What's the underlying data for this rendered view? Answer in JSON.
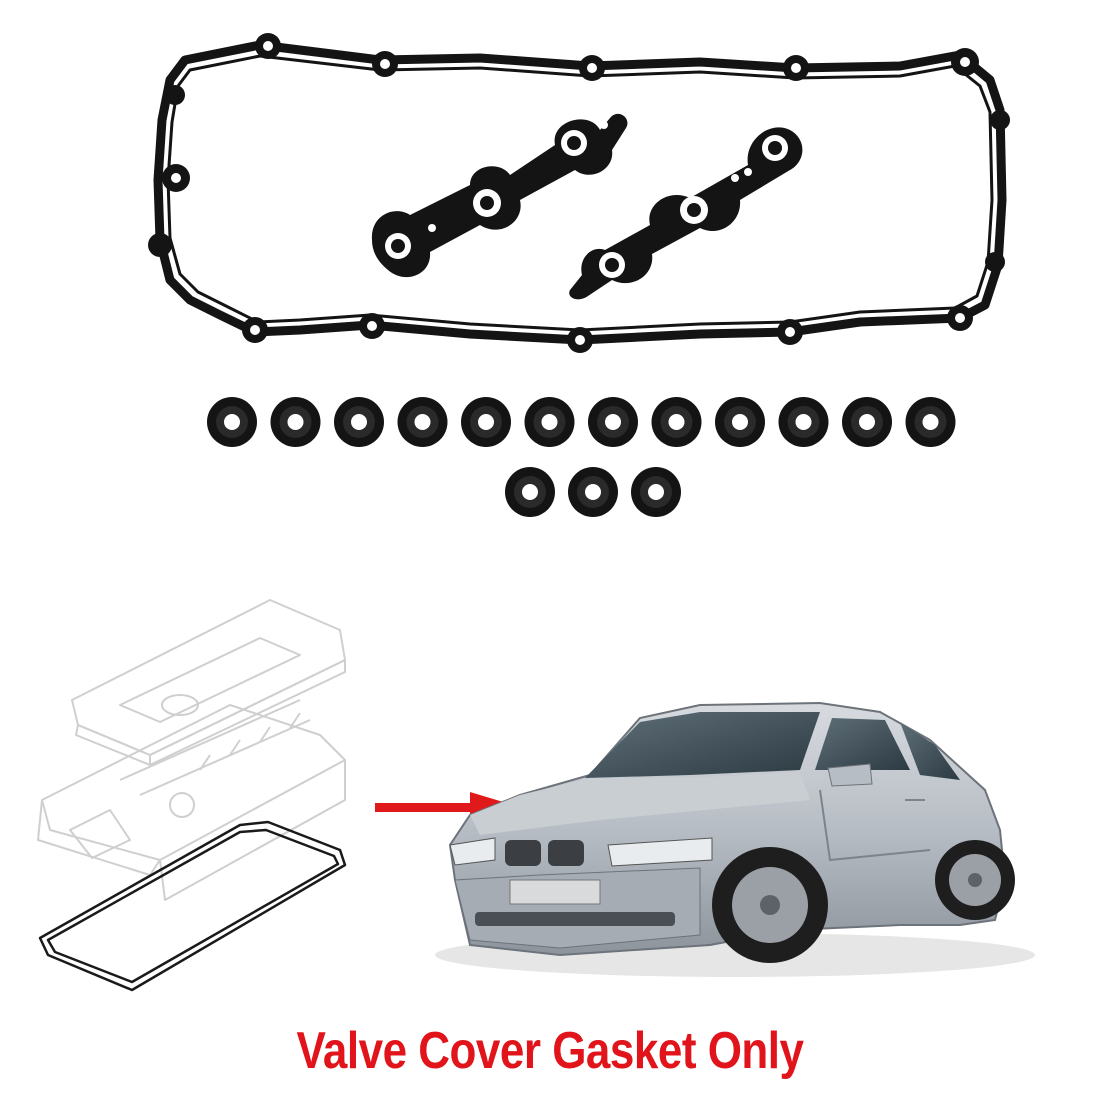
{
  "caption": {
    "text": "Valve Cover Gasket Only",
    "color": "#e0141a"
  },
  "product": {
    "seal_ring_count": 15,
    "arrow_color": "#e01a1a"
  },
  "icons": {
    "arrow": "red-arrow-pointing-right",
    "car": "silver-coupe-car",
    "engine_diagram": "valve-cover-exploded-diagram"
  }
}
